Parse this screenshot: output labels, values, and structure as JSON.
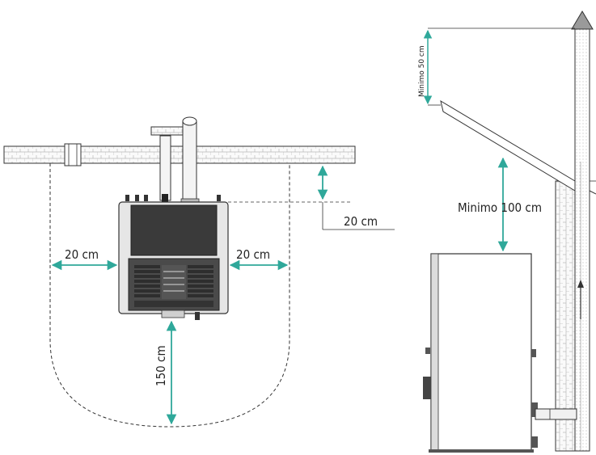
{
  "labels": {
    "top_clearance": "20 cm",
    "left_clearance": "20 cm",
    "right_clearance": "20 cm",
    "front_clearance": "150 cm",
    "min_roof_clearance": "Minimo 100 cm",
    "min_chimney_height": "Minimo 50 cm"
  },
  "colors": {
    "arrow": "#2fa89a",
    "line": "#333333",
    "stove_dark": "#3a3a3a",
    "stove_body": "#e6e6e6"
  }
}
